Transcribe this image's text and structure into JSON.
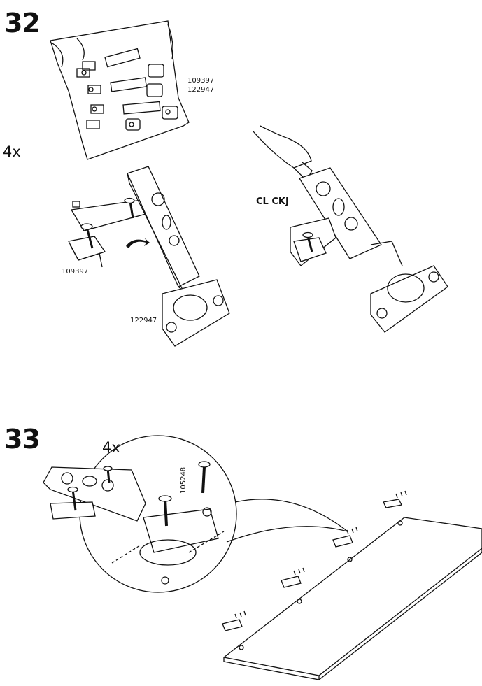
{
  "step32": {
    "number": "32",
    "bag_part_1": "109397",
    "bag_part_2": "122947",
    "quantity": "4x",
    "left_part_1": "109397",
    "left_part_2": "122947",
    "click_label": "CL CKJ"
  },
  "step33": {
    "number": "33",
    "quantity": "4x",
    "screw_part": "105248"
  },
  "icons": [
    "hardware-bag-icon",
    "hinge-icon",
    "screw-icon",
    "finger-hand-icon",
    "arrow-curve-icon",
    "panel-board-icon"
  ]
}
